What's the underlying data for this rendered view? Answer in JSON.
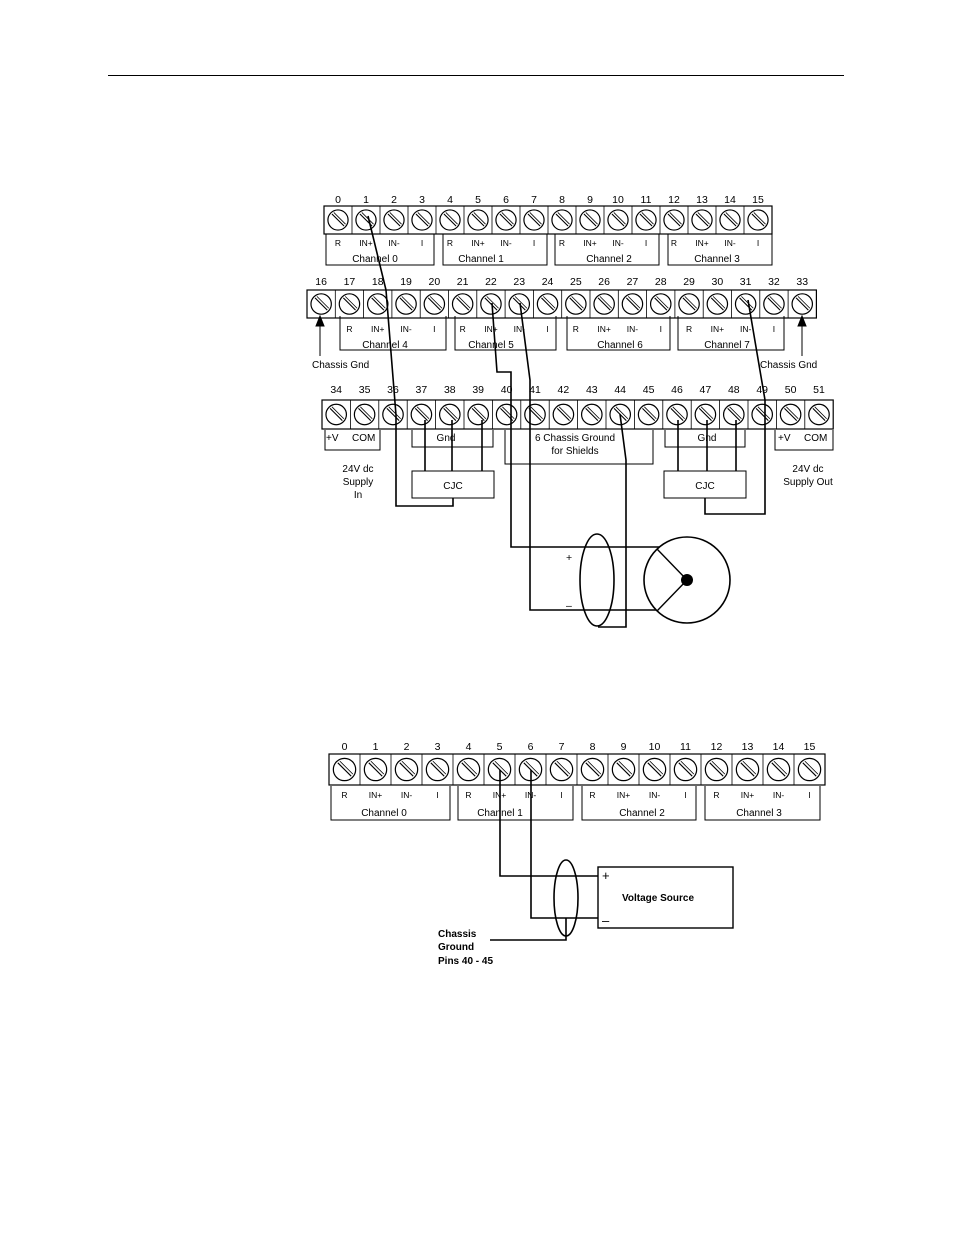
{
  "diagram1": {
    "rows": [
      {
        "start": 0,
        "count": 16
      },
      {
        "start": 16,
        "count": 18
      },
      {
        "start": 34,
        "count": 18
      }
    ],
    "row1_channels": [
      "Channel 0",
      "Channel 1",
      "Channel 2",
      "Channel 3"
    ],
    "row2_channels": [
      "Channel 4",
      "Channel 5",
      "Channel 6",
      "Channel 7"
    ],
    "signal_labels": [
      "R",
      "IN+",
      "IN-",
      "I"
    ],
    "chassis_gnd_left": "Chassis Gnd",
    "chassis_gnd_right": "Chassis Gnd",
    "plus_v": "+V",
    "com": "COM",
    "supply_in": [
      "24V dc",
      "Supply",
      "In"
    ],
    "supply_out": [
      "24V dc",
      "Supply  Out"
    ],
    "gnd_left": "Gnd",
    "gnd_right": "Gnd",
    "shield_ground": [
      "6 Chassis Ground",
      "for Shields"
    ],
    "cjc_left": "CJC",
    "cjc_right": "CJC",
    "plus": "+",
    "minus": "–"
  },
  "diagram2": {
    "row": {
      "start": 0,
      "count": 16
    },
    "channels": [
      "Channel 0",
      "Channel 1",
      "Channel 2",
      "Channel 3"
    ],
    "signal_labels": [
      "R",
      "IN+",
      "IN-",
      "I"
    ],
    "voltage_source": "Voltage Source",
    "plus": "+",
    "minus": "–",
    "chassis_ground": [
      "Chassis",
      "Ground",
      "Pins 40 - 45"
    ]
  }
}
